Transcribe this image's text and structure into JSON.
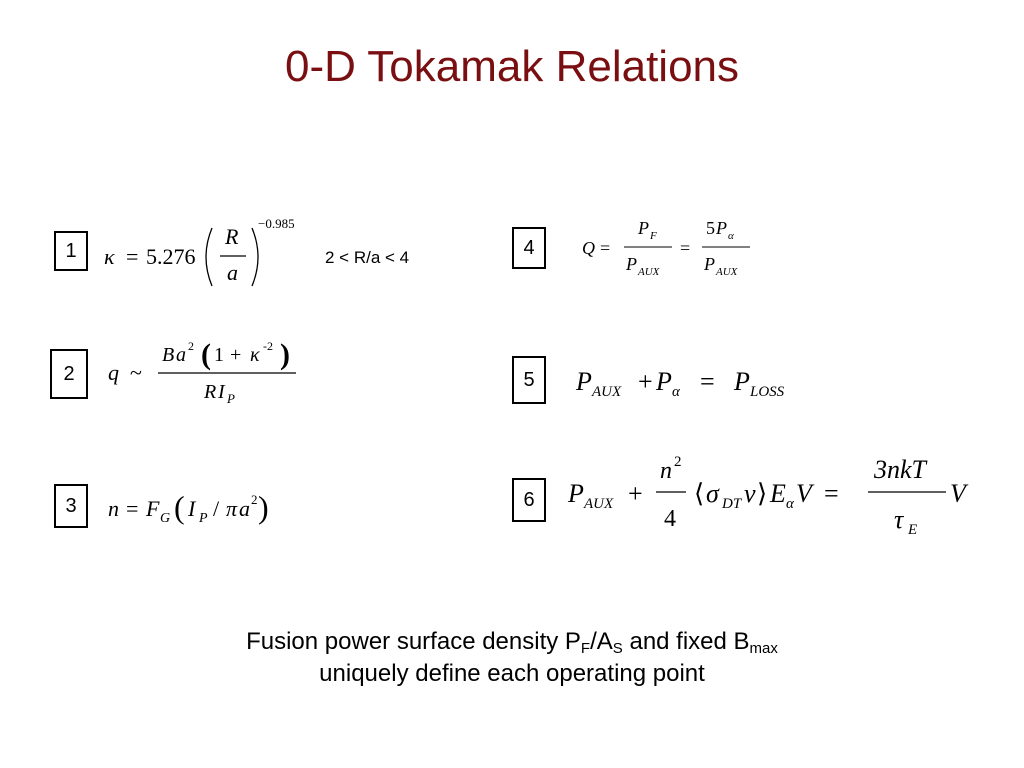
{
  "title": "0-D Tokamak Relations",
  "equations": [
    {
      "number": "1",
      "parts": {
        "kappa": "κ",
        "eq": "=",
        "coef": "5.276",
        "num": "R",
        "den": "a",
        "exp": "−0.985"
      },
      "note": "2 < R/a < 4"
    },
    {
      "number": "2",
      "parts": {
        "lhs": "q",
        "rel": "~",
        "B": "B",
        "a": "a",
        "sq": "2",
        "one": "1",
        "plus": "+",
        "kappa": "κ",
        "ksq": "-2",
        "R": "R",
        "I": "I",
        "P": "P"
      }
    },
    {
      "number": "3",
      "parts": {
        "n": "n",
        "eq": "=",
        "F": "F",
        "G": "G",
        "I": "I",
        "P": "P",
        "slash": "/",
        "pi": "π",
        "a": "a",
        "sq": "2"
      }
    },
    {
      "number": "4",
      "parts": {
        "Q": "Q",
        "eq": "=",
        "P": "P",
        "F": "F",
        "AUX": "AUX",
        "eq2": "=",
        "five": "5",
        "alpha": "α"
      }
    },
    {
      "number": "5",
      "parts": {
        "P": "P",
        "AUX": "AUX",
        "plus": "+",
        "alpha": "α",
        "eq": "=",
        "LOSS": "LOSS"
      }
    },
    {
      "number": "6",
      "parts": {
        "P": "P",
        "AUX": "AUX",
        "plus": "+",
        "n": "n",
        "sq": "2",
        "four": "4",
        "langle": "⟨",
        "sigma": "σ",
        "DT": "DT",
        "v": "v",
        "rangle": "⟩",
        "E": "E",
        "alpha": "α",
        "V": "V",
        "eq": "=",
        "threenkT": "3nkT",
        "tau": "τ",
        "Esub": "E"
      }
    }
  ],
  "caption": {
    "line1_a": "Fusion power surface density P",
    "sub_F": "F",
    "slash": "/A",
    "sub_S": "S",
    "line1_b": " and fixed B",
    "sub_max": "max",
    "line2": "uniquely define each operating point"
  }
}
